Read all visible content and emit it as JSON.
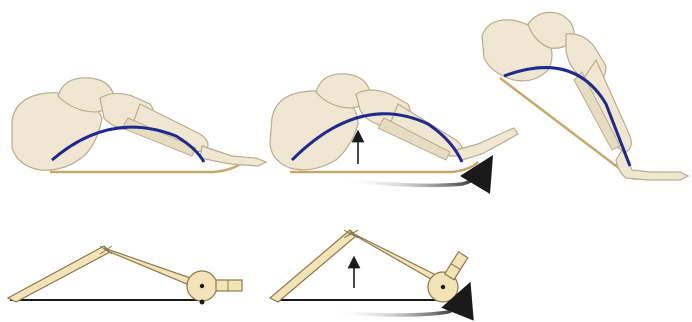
{
  "figure": {
    "panels": [
      {
        "id": "foot-neutral",
        "state": "neutral"
      },
      {
        "id": "foot-toe-extension",
        "state": "toe-extension"
      },
      {
        "id": "foot-heel-raise",
        "state": "heel-raise"
      }
    ],
    "models": [
      {
        "id": "truss-neutral",
        "state": "neutral"
      },
      {
        "id": "truss-windlass",
        "state": "windlass"
      }
    ],
    "colors": {
      "bone_fill": "#efe7d2",
      "bone_stroke": "#b9ad8f",
      "bone_shadow": "#d9ceb2",
      "arch_line": "#1f2a8c",
      "plantar_fascia": "#c8a86a",
      "arrow": "#1a1a1a",
      "truss_fill": "#f3e4b8",
      "truss_stroke": "#8a7a4a",
      "base_line": "#1a1a1a"
    }
  }
}
